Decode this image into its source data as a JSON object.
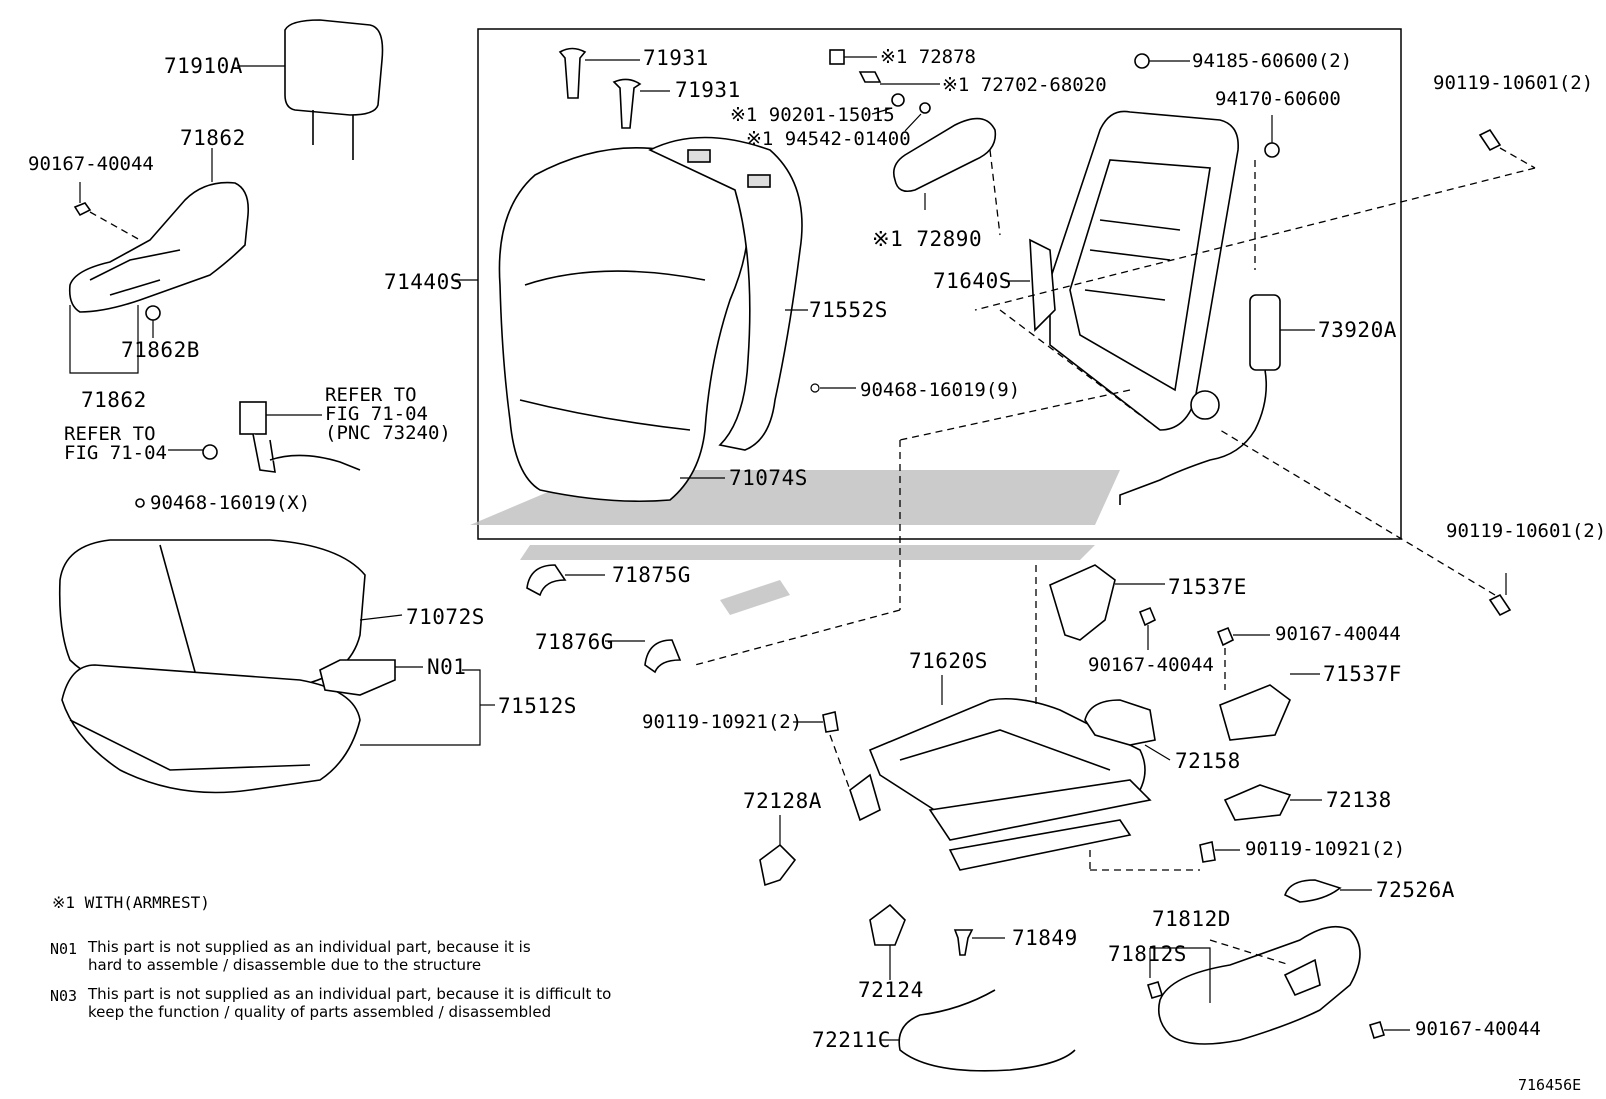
{
  "labels": {
    "l71910A": "71910A",
    "l71862top": "71862",
    "l90167a": "90167-40044",
    "l71862B": "71862B",
    "l71862bot": "71862",
    "lRefer1a": "REFER TO",
    "lRefer1b": "FIG 71-04",
    "lRefer2a": "REFER TO",
    "lRefer2b": "FIG 71-04",
    "lRefer2c": "(PNC 73240)",
    "l90468x": "90468-16019(X)",
    "l71440S": "71440S",
    "l71931a": "71931",
    "l71931b": "71931",
    "l72878": "※1 72878",
    "l72702": "※1 72702-68020",
    "l190201": "※1 90201-15015",
    "l194542": "※1 94542-01400",
    "l72890": "※1 72890",
    "l94185": "94185-60600(2)",
    "l94170": "94170-60600",
    "l90119a": "90119-10601(2)",
    "l71640S": "71640S",
    "l71552S": "71552S",
    "l73920A": "73920A",
    "l90468n": "90468-16019(9)",
    "l71074S": "71074S",
    "l90119b": "90119-10601(2)",
    "l71875G": "71875G",
    "l71876G": "71876G",
    "l71072S": "71072S",
    "lN01": "N01",
    "l71512S": "71512S",
    "l71537E": "71537E",
    "l90167b": "90167-40044",
    "l90167c": "90167-40044",
    "l71537F": "71537F",
    "l71620S": "71620S",
    "l90119c": "90119-10921(2)",
    "l72158": "72158",
    "l72128A": "72128A",
    "l72138": "72138",
    "l90119d": "90119-10921(2)",
    "l72526A": "72526A",
    "l71812D": "71812D",
    "l71812S": "71812S",
    "l71849": "71849",
    "l72124": "72124",
    "l72211C": "72211C",
    "l90167d": "90167-40044"
  },
  "notes": {
    "n1": "※1 WITH(ARMREST)",
    "n01_code": "N01",
    "n01_line1": "This part is not supplied as an individual part, because it is",
    "n01_line2": "hard to assemble / disassemble due to the structure",
    "n03_code": "N03",
    "n03_line1": "This part is not supplied as an individual part, because it is difficult to",
    "n03_line2": "keep the function / quality of parts assembled / disassembled"
  },
  "figure_code": "716456E"
}
